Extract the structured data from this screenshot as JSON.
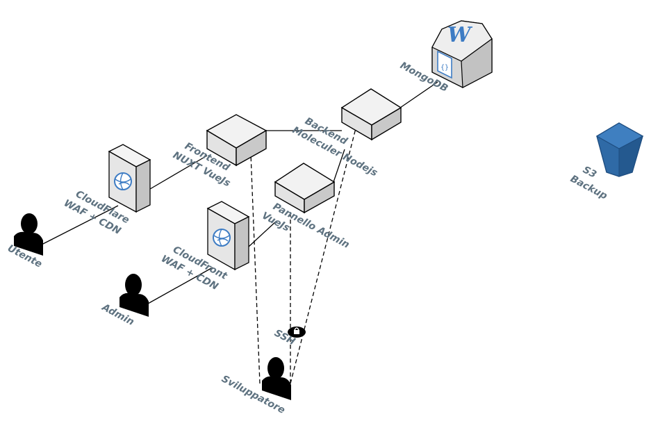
{
  "nodes": {
    "mongodb": {
      "icon": "mongodb-document-icon",
      "label": "MongoDB"
    },
    "backend": {
      "icon": "server-block-icon",
      "label_line1": "Backend",
      "label_line2": "Moleculer Nodejs"
    },
    "frontend": {
      "icon": "server-block-icon",
      "label_line1": "Frontend",
      "label_line2": "NUXT VueJs"
    },
    "admin_panel": {
      "icon": "server-block-icon",
      "label_line1": "Pannello Admin",
      "label_line2": "VueJs"
    },
    "cloudflare": {
      "icon": "cdn-globe-icon",
      "label_line1": "CloudFlare",
      "label_line2": "WAF + CDN"
    },
    "cloudfront": {
      "icon": "cdn-globe-icon",
      "label_line1": "CloudFront",
      "label_line2": "WAF + CDN"
    },
    "s3": {
      "icon": "s3-bucket-icon",
      "label_line1": "S3",
      "label_line2": "Backup"
    },
    "utente": {
      "icon": "user-icon",
      "label": "Utente"
    },
    "admin_user": {
      "icon": "user-icon",
      "label": "Admin"
    },
    "sviluppatore": {
      "icon": "user-icon",
      "label": "Sviluppatore"
    },
    "ssh": {
      "icon": "lock-icon",
      "label": "SSH"
    }
  },
  "colors": {
    "label": "#5e7280",
    "box_top": "#f2f2f2",
    "box_left": "#e3e3e3",
    "box_right": "#c9c9c9",
    "bucket_blue": "#2f6aa6",
    "doc_blue": "#3d7cc4"
  }
}
